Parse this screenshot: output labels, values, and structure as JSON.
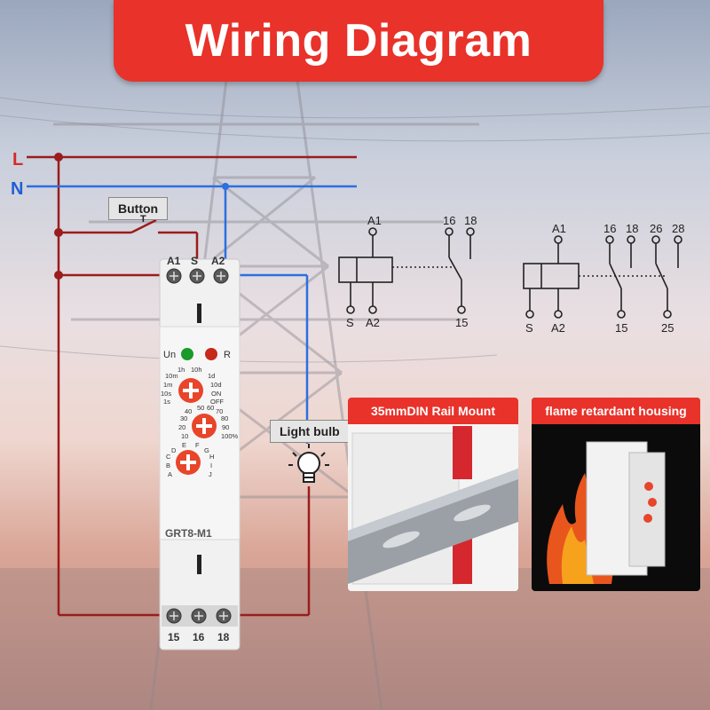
{
  "banner": {
    "title": "Wiring Diagram"
  },
  "wires": {
    "line": "L",
    "neutral": "N"
  },
  "button": {
    "label": "Button",
    "symbol": "T"
  },
  "light": {
    "label": "Light bulb"
  },
  "relay": {
    "model": "GRT8-M1",
    "top_terminals": [
      "A1",
      "S",
      "A2"
    ],
    "bottom_terminals": [
      "15",
      "16",
      "18"
    ],
    "leds": [
      "Un",
      "R"
    ],
    "range_labels": [
      "1h",
      "10h",
      "10m",
      "1d",
      "1m",
      "10d",
      "10s",
      "ON",
      "1s",
      "OFF"
    ],
    "percent_labels": [
      "40",
      "50",
      "60",
      "70",
      "30",
      "80",
      "20",
      "90",
      "10",
      "100%"
    ],
    "letter_labels": [
      "E",
      "F",
      "D",
      "G",
      "C",
      "H",
      "B",
      "I",
      "A",
      "J"
    ]
  },
  "schematic1": {
    "coil_top": "A1",
    "coil_bottom": [
      "S",
      "A2"
    ],
    "contacts_top": [
      "16",
      "18"
    ],
    "contact_bottom": "15"
  },
  "schematic2": {
    "coil_top": "A1",
    "coil_bottom": [
      "S",
      "A2"
    ],
    "contacts_top": [
      "16",
      "18",
      "26",
      "28"
    ],
    "contacts_bottom": [
      "15",
      "25"
    ]
  },
  "cards": [
    {
      "title": "35mmDIN Rail Mount"
    },
    {
      "title": "flame retardant housing"
    }
  ],
  "colors": {
    "accent": "#e8322a",
    "line_wire": "#9b1c1c",
    "neutral_wire": "#2c6fe0",
    "label_red": "#d42a2a",
    "label_blue": "#1f5fd6"
  }
}
